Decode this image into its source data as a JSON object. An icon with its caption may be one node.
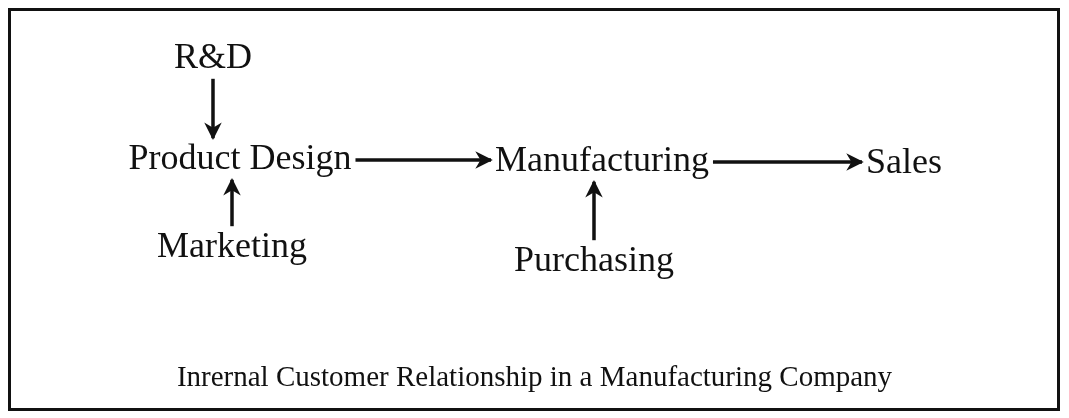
{
  "diagram": {
    "caption": "Inrernal Customer Relationship in a Manufacturing Company",
    "nodes": [
      {
        "text": [
          "R&D"
        ]
      },
      {
        "text": [
          "Product Design"
        ]
      },
      {
        "text": [
          "Marketing"
        ]
      },
      {
        "text": [
          "Manufacturing"
        ]
      },
      {
        "text": [
          "Purchasing"
        ]
      },
      {
        "text": [
          "Sales"
        ]
      }
    ],
    "edges": [
      {
        "from": 0,
        "to": 1,
        "arrow": "to"
      },
      {
        "from": 2,
        "to": 1,
        "arrow": "to"
      },
      {
        "from": 1,
        "to": 3,
        "arrow": "to"
      },
      {
        "from": 4,
        "to": 3,
        "arrow": "to"
      },
      {
        "from": 3,
        "to": 5,
        "arrow": "to"
      }
    ]
  }
}
